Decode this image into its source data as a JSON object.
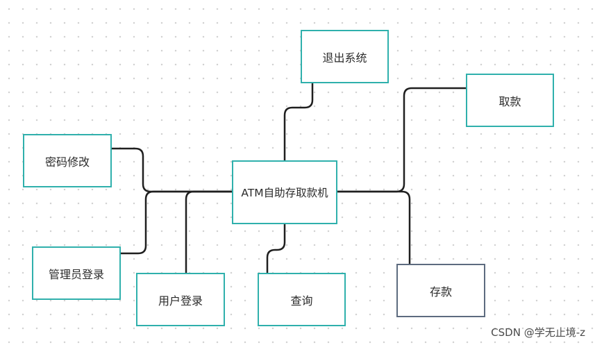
{
  "diagram": {
    "center": {
      "label": "ATM自助存取款机"
    },
    "nodes": {
      "exit": {
        "label": "退出系统"
      },
      "withdraw": {
        "label": "取款"
      },
      "password": {
        "label": "密码修改"
      },
      "admin": {
        "label": "管理员登录"
      },
      "user": {
        "label": "用户登录"
      },
      "query": {
        "label": "查询"
      },
      "deposit": {
        "label": "存款"
      }
    },
    "edges": [
      {
        "from": "center",
        "to": "exit"
      },
      {
        "from": "center",
        "to": "withdraw"
      },
      {
        "from": "center",
        "to": "password"
      },
      {
        "from": "center",
        "to": "admin"
      },
      {
        "from": "center",
        "to": "user"
      },
      {
        "from": "center",
        "to": "query"
      },
      {
        "from": "center",
        "to": "deposit"
      }
    ],
    "colors": {
      "node_border": "#2fb0ac",
      "deposit_border": "#5d6b7f",
      "edge": "#1f1f1f"
    }
  },
  "watermark": "CSDN @学无止境-z"
}
